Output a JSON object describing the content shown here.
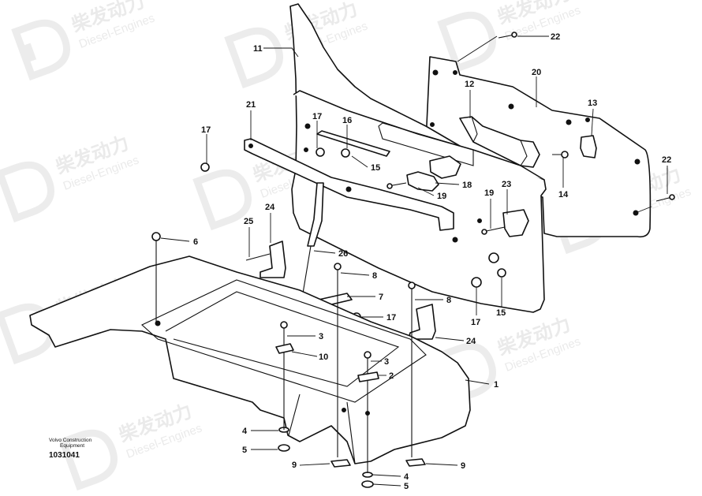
{
  "watermark": {
    "cn": "柴发动力",
    "en": "Diesel-Engines"
  },
  "caption": {
    "line1": "Volvo Construction",
    "line2": "Equipment",
    "number": "1031041"
  },
  "callouts": {
    "c1": "1",
    "c2": "2",
    "c3a": "3",
    "c3b": "3",
    "c4a": "4",
    "c4b": "4",
    "c5a": "5",
    "c5b": "5",
    "c6": "6",
    "c7": "7",
    "c8a": "8",
    "c8b": "8",
    "c9a": "9",
    "c9b": "9",
    "c10": "10",
    "c11": "11",
    "c12": "12",
    "c13": "13",
    "c14": "14",
    "c15a": "15",
    "c15b": "15",
    "c16": "16",
    "c17a": "17",
    "c17b": "17",
    "c17c": "17",
    "c17d": "17",
    "c18": "18",
    "c19a": "19",
    "c19b": "19",
    "c20": "20",
    "c21": "21",
    "c22a": "22",
    "c22b": "22",
    "c23": "23",
    "c24a": "24",
    "c24b": "24",
    "c25": "25",
    "c26": "26"
  }
}
